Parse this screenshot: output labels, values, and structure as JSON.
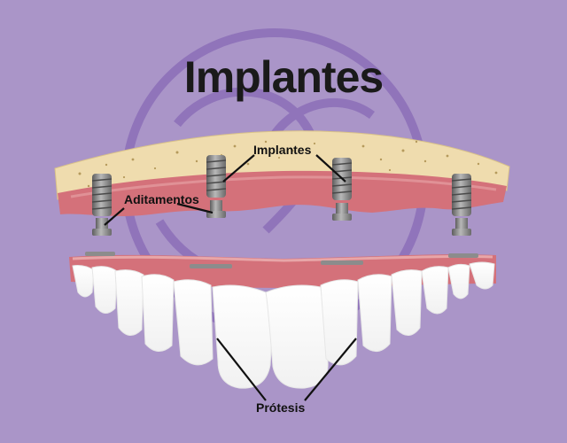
{
  "title": "Implantes",
  "labels": {
    "implants": "Implantes",
    "abutments": "Aditamentos",
    "prosthesis": "Prótesis"
  },
  "colors": {
    "background": "#aa95c8",
    "logo_watermark": "#8c6fb8",
    "bone": "#efdcae",
    "bone_speckle": "#b59a5c",
    "gum": "#d4717a",
    "gum_highlight": "#e8a6a8",
    "teeth": "#ffffff",
    "metal": "#8c8c8c",
    "text": "#111111"
  }
}
